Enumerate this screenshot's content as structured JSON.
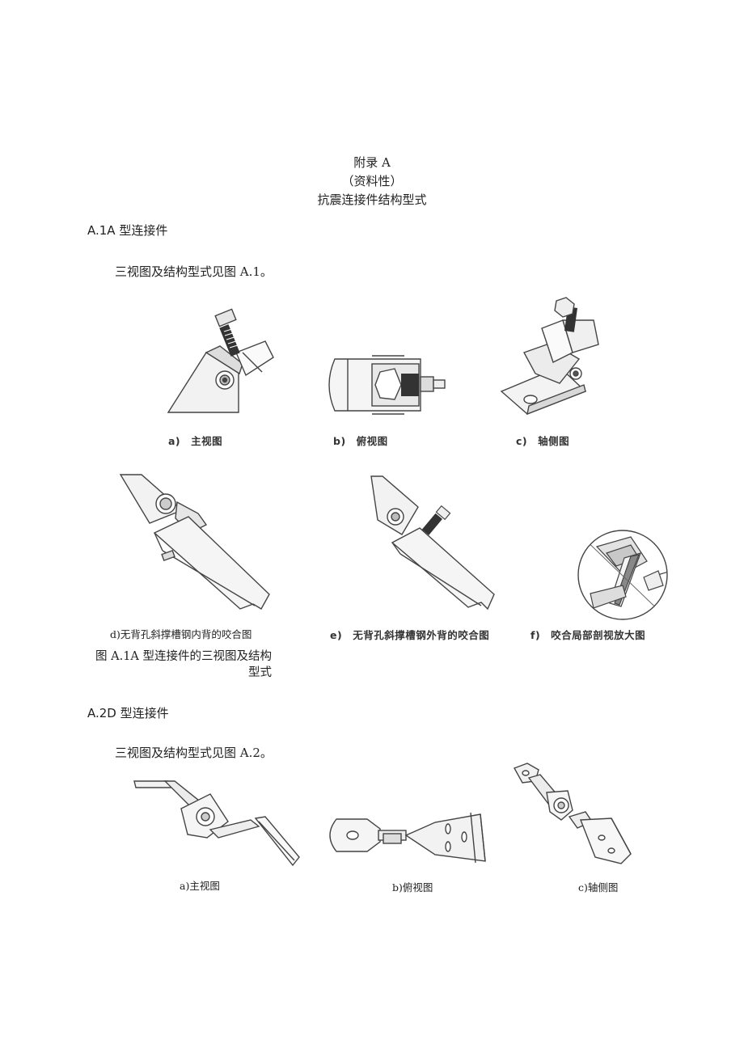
{
  "appendix": {
    "label": "附录 A",
    "nature": "（资料性）",
    "title": "抗震连接件结构型式"
  },
  "section_a1": {
    "heading": "A.1A 型连接件",
    "intro": "三视图及结构型式见图 A.1。",
    "captions": {
      "a": "a)　主视图",
      "b": "b)　俯视图",
      "c": "c)　轴侧图",
      "d": "d)无背孔斜撑槽钢内背的咬合图",
      "e": "e)　无背孔斜撑槽钢外背的咬合图",
      "f": "f)　咬合局部剖视放大图"
    },
    "figure_title": "图 A.1A 型连接件的三视图及结构型式"
  },
  "section_a2": {
    "heading": "A.2D 型连接件",
    "intro": "三视图及结构型式见图 A.2。",
    "captions": {
      "a": "a)主视图",
      "b": "b)俯视图",
      "c": "c)轴侧图"
    }
  }
}
